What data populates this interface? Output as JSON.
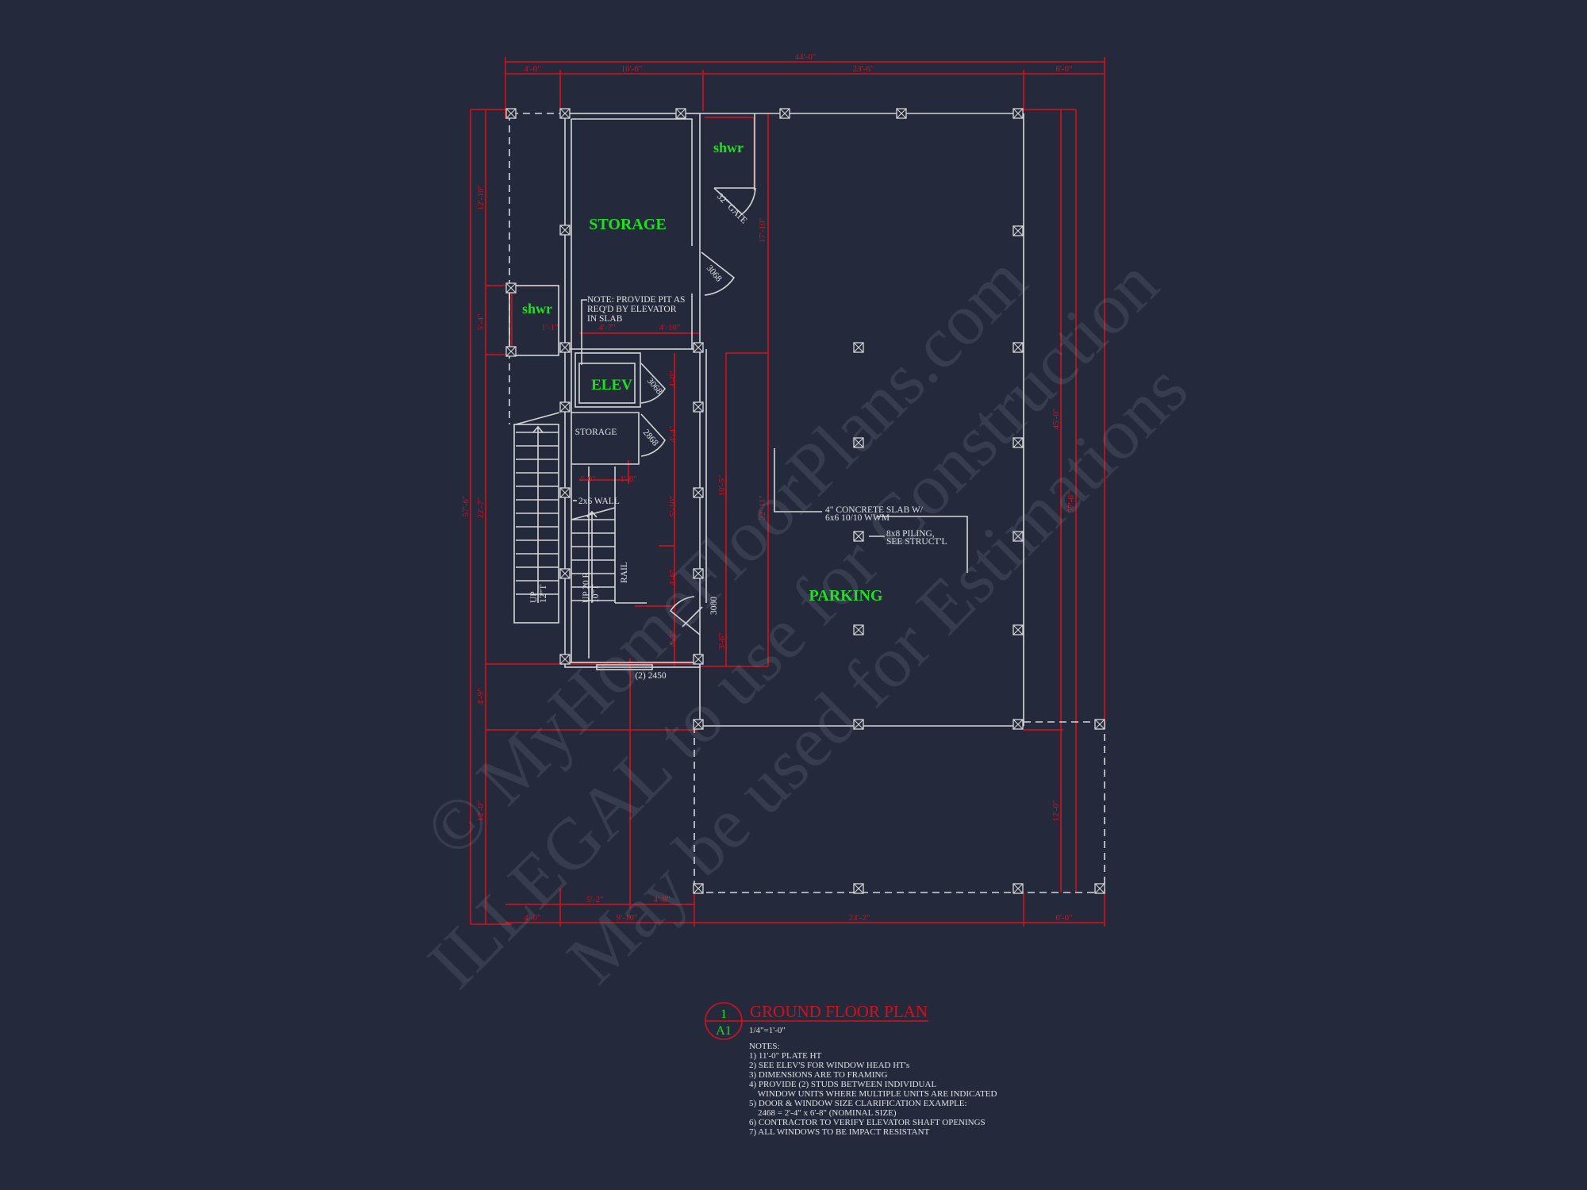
{
  "colors": {
    "background": "#242a3c",
    "dimension": "#d3111c",
    "wall": "#d6d6d6",
    "room_label": "#1fe01f"
  },
  "rooms": {
    "storage": "STORAGE",
    "shower_top": "shwr",
    "shower_left": "shwr",
    "elevator": "ELEV",
    "storage_small": "STORAGE",
    "parking": "PARKING"
  },
  "annotations": {
    "pit_note": [
      "NOTE: PROVIDE PIT AS",
      "REQ'D BY ELEVATOR",
      "IN SLAB"
    ],
    "wall": "2x6 WALL",
    "rail": "RAIL",
    "stair1": [
      "UP",
      "12\"T"
    ],
    "stair2": [
      "UP 20 R",
      "10\"T"
    ],
    "door_3080": "3080",
    "window_2450": "(2) 2450",
    "slab_note": [
      "4\" CONCRETE SLAB W/",
      "6x6 10/10 WWM"
    ],
    "piling_note": [
      "8x8 PILING,",
      "SEE STRUCT'L"
    ],
    "door_3068_storage": "3068",
    "door_3068_elev": "3068",
    "door_2868": "2868",
    "gate": "32\" GATE"
  },
  "dimensions": {
    "top_overall": "44'-0\"",
    "top": [
      "4'-0\"",
      "10'-6\"",
      "23'-6\"",
      "6'-0\""
    ],
    "bottom_inner": [
      "5'-2\"",
      "4'-8\""
    ],
    "bottom": [
      "4'-0\"",
      "9'-10\"",
      "24'-2\"",
      "6'-0\""
    ],
    "left_overall": "57'-6\"",
    "left": [
      "12'-10\"",
      "5'-4\"",
      "22'-7\"",
      "4'-9\"",
      "12'-0\""
    ],
    "right": [
      "45'-0\"",
      "57'-6\"",
      "12'-0\""
    ],
    "inner": {
      "d1": "1'-1\"",
      "d2": "4'-7\"",
      "d3": "4'-10\"",
      "d4": "4'-0\"",
      "d5": "1'-8\"",
      "v1": "4'-0\"",
      "v2": "4'-4\"",
      "v3": "5'-10\"",
      "v4": "4'-6\"",
      "v5": "4'-3\"",
      "v6": "10'-5\"",
      "v7": "3'-6\"",
      "v8": "17'-10\"",
      "v9": "22'-11\""
    }
  },
  "title_block": {
    "detail_number": "1",
    "sheet": "A1",
    "title": "GROUND FLOOR PLAN",
    "scale": "1/4\"=1'-0\"",
    "notes_header": "NOTES:",
    "notes": [
      "1) 11'-0\" PLATE HT",
      "2) SEE ELEV'S FOR WINDOW HEAD HT's",
      "3) DIMENSIONS ARE TO FRAMING",
      "4) PROVIDE (2) STUDS BETWEEN INDIVIDUAL",
      "    WINDOW UNITS WHERE MULTIPLE UNITS ARE INDICATED",
      "5) DOOR & WINDOW SIZE CLARIFICATION EXAMPLE:",
      "    2468 = 2'-4\" x 6'-8\" (NOMINAL SIZE)",
      "6) CONTRACTOR TO VERIFY ELEVATOR SHAFT OPENINGS",
      "7) ALL WINDOWS TO BE IMPACT RESISTANT"
    ]
  },
  "watermark": [
    "© MyHomeFloorPlans.com",
    "ILLEGAL to use for Construction",
    "May be used for Estimations"
  ]
}
